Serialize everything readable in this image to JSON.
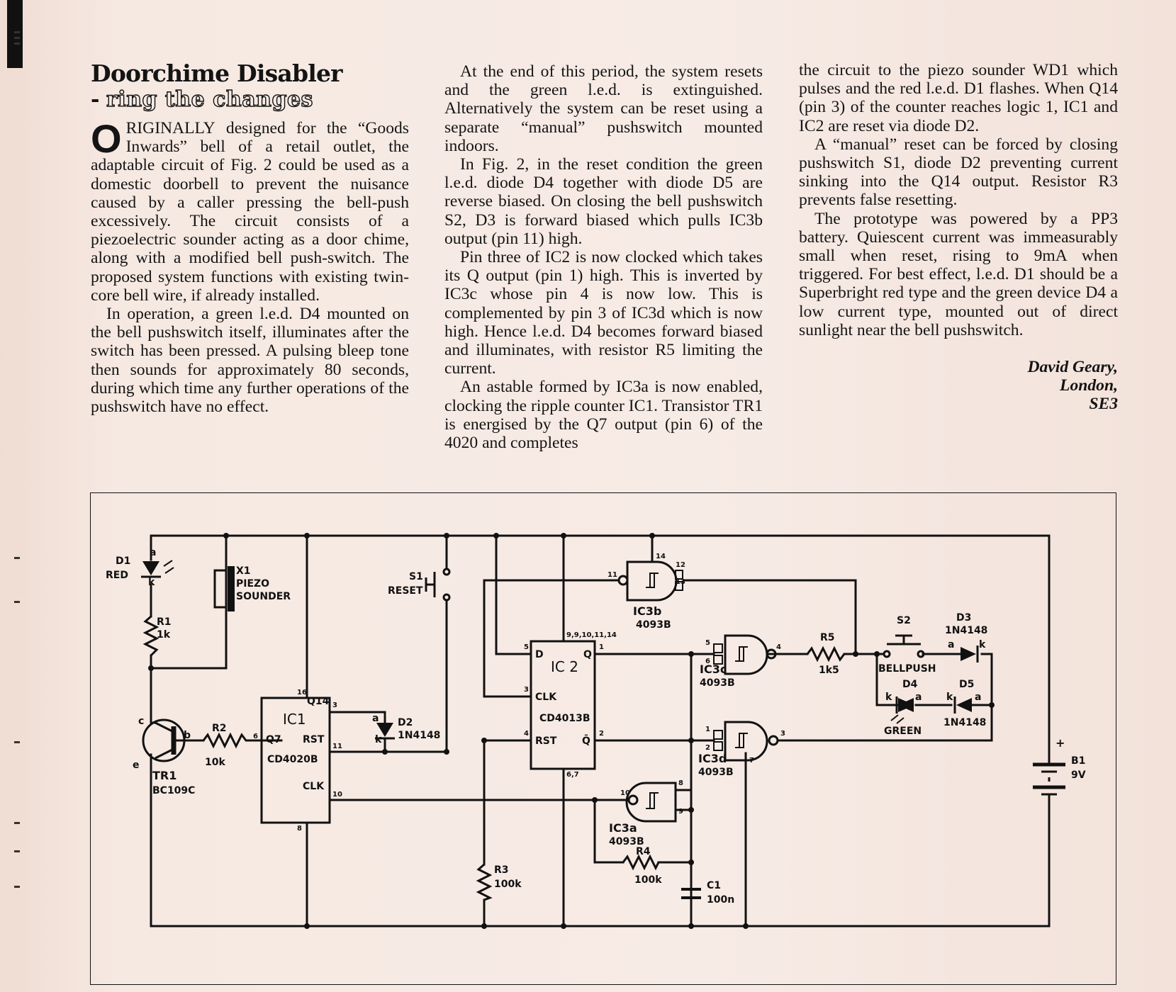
{
  "article": {
    "title": "Doorchime Disabler",
    "subtitle_dash": "-",
    "subtitle": "ring the changes",
    "dropcap": "O",
    "lead_smallcaps": "RIGINALLY",
    "col1_p1": " designed for the “Goods Inwards” bell of a retail outlet, the adaptable circuit of Fig. 2 could be used as a domestic doorbell to prevent the nuisance caused by a caller pressing the bell-push excessively. The circuit consists of a piezoelectric sounder acting as a door chime, along with a modified bell push-switch. The proposed system functions with existing twin-core bell wire, if already installed.",
    "col1_p2": "In operation, a green l.e.d. D4 mounted on the bell pushswitch itself, illuminates after the switch has been pressed. A pulsing bleep tone then sounds for approximately 80 seconds, during which time any further operations of the pushswitch have no effect.",
    "col2_p1": "At the end of this period, the system resets and the green l.e.d. is extinguished. Alternatively the system can be reset using a separate “manual” pushswitch mounted indoors.",
    "col2_p2": "In Fig. 2, in the reset condition the green l.e.d. diode D4 together with diode D5 are reverse biased. On closing the bell pushswitch S2, D3 is forward biased which pulls IC3b output (pin 11) high.",
    "col2_p3": "Pin three of IC2 is now clocked which takes its Q output (pin 1) high. This is inverted by IC3c whose pin 4 is now low. This is complemented by pin 3 of IC3d which is now high. Hence l.e.d. D4 becomes forward biased and illuminates, with resistor R5 limiting the current.",
    "col2_p4": "An astable formed by IC3a is now enabled, clocking the ripple counter IC1. Transistor TR1 is energised by the Q7 output (pin 6) of the 4020 and completes",
    "col3_p1": "the circuit to the piezo sounder WD1 which pulses and the red l.e.d. D1 flashes. When Q14 (pin 3) of the counter reaches logic 1, IC1 and IC2 are reset via diode D2.",
    "col3_p2": "A “manual” reset can be forced by closing pushswitch S1, diode D2 preventing current sinking into the Q14 output. Resistor R3 prevents false resetting.",
    "col3_p3": "The prototype was powered by a PP3 battery. Quiescent current was immeasurably small when reset, rising to 9mA when triggered. For best effect, l.e.d. D1 should be a Superbright red type and the green device D4 a low current type, mounted out of direct sunlight near the bell pushswitch.",
    "author": {
      "name": "David Geary,",
      "city": "London,",
      "postcode": "SE3"
    }
  },
  "schematic": {
    "d1": {
      "ref": "D1",
      "value": "RED",
      "anode": "a",
      "cathode": "k"
    },
    "x1": {
      "ref": "X1",
      "line1": "PIEZO",
      "line2": "SOUNDER"
    },
    "r1": {
      "ref": "R1",
      "value": "1k"
    },
    "r2": {
      "ref": "R2",
      "value": "10k"
    },
    "r3": {
      "ref": "R3",
      "value": "100k"
    },
    "r4": {
      "ref": "R4",
      "value": "100k"
    },
    "r5": {
      "ref": "R5",
      "value": "1k5"
    },
    "c1": {
      "ref": "C1",
      "value": "100n"
    },
    "tr1": {
      "ref": "TR1",
      "value": "BC109C",
      "c": "c",
      "b": "b",
      "e": "e"
    },
    "ic1": {
      "ref": "IC1",
      "part": "CD4020B",
      "q14": "Q14",
      "q7": "Q7",
      "rst": "RST",
      "clk": "CLK",
      "pin_q14": "3",
      "pin_q7": "6",
      "pin_rst": "11",
      "pin_clk": "10",
      "pin_vdd": "16",
      "pin_vss": "8"
    },
    "ic2": {
      "ref": "IC 2",
      "part": "CD4013B",
      "d": "D",
      "q": "Q",
      "clk": "CLK",
      "rst": "RST",
      "qbar": "Q̄",
      "pin_d": "5",
      "pin_q": "1",
      "pin_clk": "3",
      "pin_rst": "4",
      "pin_qbar": "2",
      "pin_vdd": "9,9,10,11,14",
      "pin_vss": "6,7"
    },
    "ic3a": {
      "ref": "IC3a",
      "part": "4093B",
      "pin_in1": "8",
      "pin_in2": "9",
      "pin_out": "10"
    },
    "ic3b": {
      "ref": "IC3b",
      "part": "4093B",
      "pin_in1": "12",
      "pin_in2": "13",
      "pin_out": "11",
      "pin_vdd": "14"
    },
    "ic3c": {
      "ref": "IC3c",
      "part": "4093B",
      "pin_in1": "5",
      "pin_in2": "6",
      "pin_out": "4"
    },
    "ic3d": {
      "ref": "IC3d",
      "part": "4093B",
      "pin_in1": "1",
      "pin_in2": "2",
      "pin_out": "3",
      "pin_vss": "7"
    },
    "d2": {
      "ref": "D2",
      "value": "1N4148",
      "anode": "a",
      "cathode": "k"
    },
    "d3": {
      "ref": "D3",
      "value": "1N4148",
      "anode": "a",
      "cathode": "k"
    },
    "d4": {
      "ref": "D4",
      "value": "GREEN",
      "anode": "a",
      "cathode": "k"
    },
    "d5": {
      "ref": "D5",
      "value": "1N4148",
      "anode": "a",
      "cathode": "k"
    },
    "s1": {
      "ref": "S1",
      "value": "RESET"
    },
    "s2": {
      "ref": "S2",
      "value": "BELLPUSH"
    },
    "b1": {
      "ref": "B1",
      "value": "9V",
      "plus": "+"
    }
  }
}
